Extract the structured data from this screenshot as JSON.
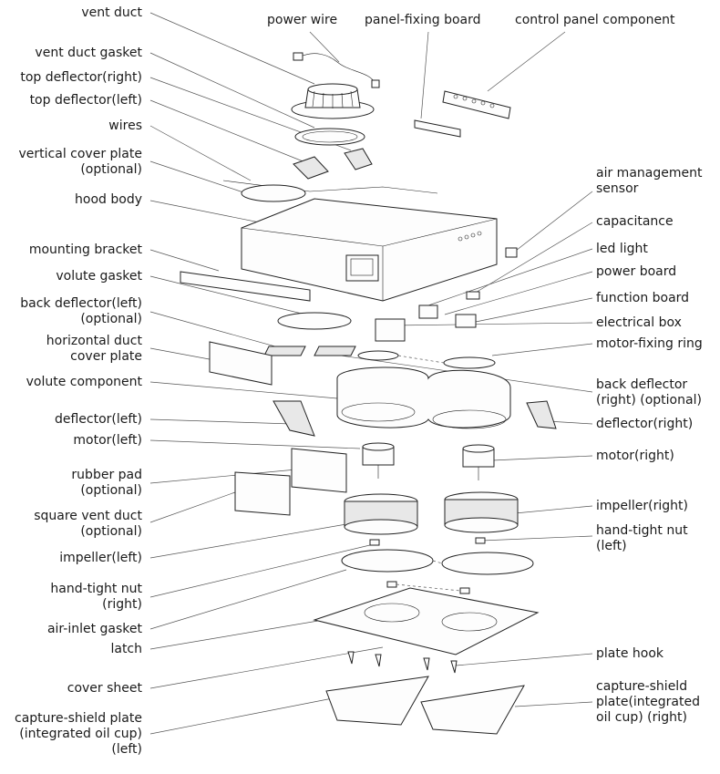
{
  "labels_left": {
    "vent_duct": [
      "vent duct"
    ],
    "vent_duct_gasket": [
      "vent duct gasket"
    ],
    "top_deflector_right": [
      "top deflector(right)"
    ],
    "top_deflector_left": [
      "top deflector(left)"
    ],
    "wires": [
      "wires"
    ],
    "vertical_cover_plate": [
      "vertical cover plate",
      "(optional)"
    ],
    "hood_body": [
      "hood body"
    ],
    "mounting_bracket": [
      "mounting bracket"
    ],
    "volute_gasket": [
      "volute gasket"
    ],
    "back_deflector_left": [
      "back deflector(left)",
      "(optional)"
    ],
    "horizontal_duct_cover_plate": [
      "horizontal duct",
      "cover plate"
    ],
    "volute_component": [
      "volute component"
    ],
    "deflector_left": [
      "deflector(left)"
    ],
    "motor_left": [
      "motor(left)"
    ],
    "rubber_pad": [
      "rubber pad",
      "(optional)"
    ],
    "square_vent_duct": [
      "square vent duct",
      "(optional)"
    ],
    "impeller_left": [
      "impeller(left)"
    ],
    "hand_tight_nut_right": [
      "hand-tight nut",
      "(right)"
    ],
    "air_inlet_gasket": [
      "air-inlet gasket"
    ],
    "latch": [
      "latch"
    ],
    "cover_sheet": [
      "cover sheet"
    ],
    "capture_shield_left": [
      "capture-shield plate",
      "(integrated oil cup)",
      "(left)"
    ]
  },
  "labels_top": {
    "power_wire": [
      "power wire"
    ],
    "panel_fixing_board": [
      "panel-fixing board"
    ],
    "control_panel_component": [
      "control panel component"
    ]
  },
  "labels_right": {
    "air_management_sensor": [
      "air management",
      "sensor"
    ],
    "capacitance": [
      "capacitance"
    ],
    "led_light": [
      "led light"
    ],
    "power_board": [
      "power board"
    ],
    "function_board": [
      "function board"
    ],
    "electrical_box": [
      "electrical box"
    ],
    "motor_fixing_ring": [
      "motor-fixing ring"
    ],
    "back_deflector_right": [
      "back deflector",
      "(right) (optional)"
    ],
    "deflector_right": [
      "deflector(right)"
    ],
    "motor_right": [
      "motor(right)"
    ],
    "impeller_right": [
      "impeller(right)"
    ],
    "hand_tight_nut_left": [
      "hand-tight nut",
      "(left)"
    ],
    "plate_hook": [
      "plate hook"
    ],
    "capture_shield_right": [
      "capture-shield",
      "plate(integrated",
      "oil cup) (right)"
    ]
  }
}
